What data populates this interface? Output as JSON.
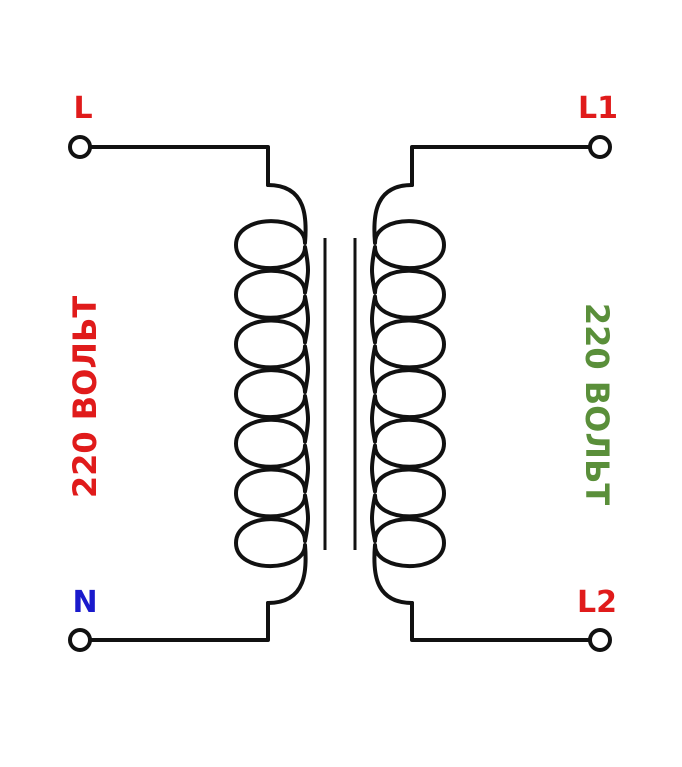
{
  "labels": {
    "primary_top": "L",
    "primary_bottom": "N",
    "secondary_top": "L1",
    "secondary_bottom": "L2",
    "primary_voltage": "220 ВОЛЬТ",
    "secondary_voltage": "220 ВОЛЬТ"
  },
  "colors": {
    "primary_top": "#e01b1b",
    "primary_bottom": "#1a1acc",
    "secondary_top": "#e01b1b",
    "secondary_bottom": "#e01b1b",
    "primary_voltage": "#e01b1b",
    "secondary_voltage": "#5a8f3a"
  },
  "coil_turns": {
    "primary": 7,
    "secondary": 7
  }
}
